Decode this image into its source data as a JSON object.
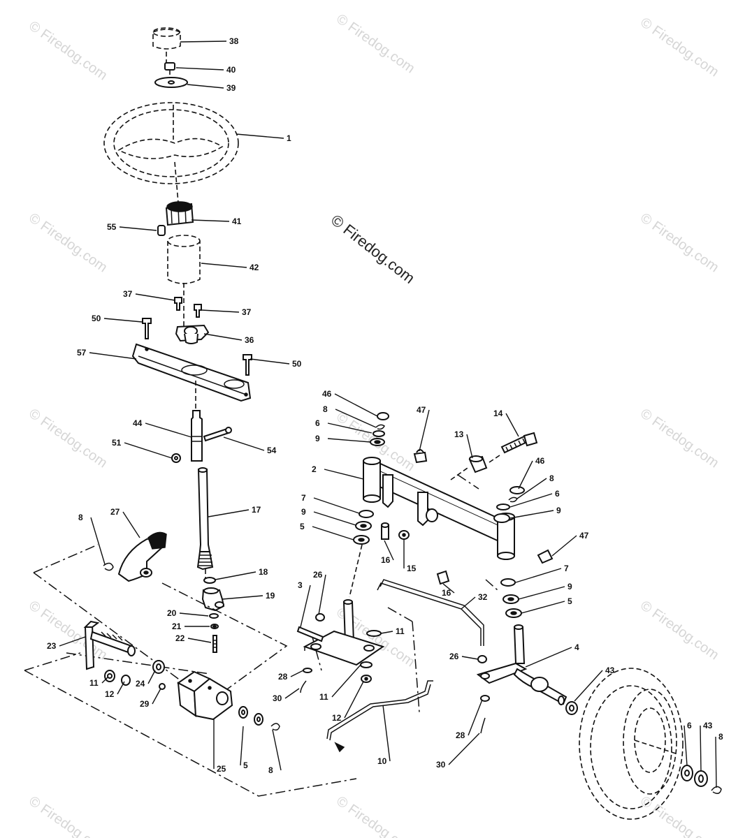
{
  "watermark": {
    "text": "© Firedog.com"
  },
  "copyright": {
    "text": "© Firedog.com"
  },
  "callouts": [
    {
      "id": "c38",
      "label": "38"
    },
    {
      "id": "c40",
      "label": "40"
    },
    {
      "id": "c39",
      "label": "39"
    },
    {
      "id": "c1",
      "label": "1"
    },
    {
      "id": "c41",
      "label": "41"
    },
    {
      "id": "c55",
      "label": "55"
    },
    {
      "id": "c42",
      "label": "42"
    },
    {
      "id": "c37a",
      "label": "37"
    },
    {
      "id": "c37b",
      "label": "37"
    },
    {
      "id": "c50a",
      "label": "50"
    },
    {
      "id": "c36",
      "label": "36"
    },
    {
      "id": "c57",
      "label": "57"
    },
    {
      "id": "c50b",
      "label": "50"
    },
    {
      "id": "c44",
      "label": "44"
    },
    {
      "id": "c51",
      "label": "51"
    },
    {
      "id": "c54",
      "label": "54"
    },
    {
      "id": "c17",
      "label": "17"
    },
    {
      "id": "c27",
      "label": "27"
    },
    {
      "id": "c8a",
      "label": "8"
    },
    {
      "id": "c18",
      "label": "18"
    },
    {
      "id": "c19",
      "label": "19"
    },
    {
      "id": "c20",
      "label": "20"
    },
    {
      "id": "c21",
      "label": "21"
    },
    {
      "id": "c22",
      "label": "22"
    },
    {
      "id": "c23",
      "label": "23"
    },
    {
      "id": "c11a",
      "label": "11"
    },
    {
      "id": "c12a",
      "label": "12"
    },
    {
      "id": "c24",
      "label": "24"
    },
    {
      "id": "c29",
      "label": "29"
    },
    {
      "id": "c25",
      "label": "25"
    },
    {
      "id": "c5a",
      "label": "5"
    },
    {
      "id": "c8b",
      "label": "8"
    },
    {
      "id": "c46a",
      "label": "46"
    },
    {
      "id": "c8c",
      "label": "8"
    },
    {
      "id": "c6a",
      "label": "6"
    },
    {
      "id": "c9a",
      "label": "9"
    },
    {
      "id": "c47a",
      "label": "47"
    },
    {
      "id": "c14",
      "label": "14"
    },
    {
      "id": "c13",
      "label": "13"
    },
    {
      "id": "c2",
      "label": "2"
    },
    {
      "id": "c7a",
      "label": "7"
    },
    {
      "id": "c9b",
      "label": "9"
    },
    {
      "id": "c5b",
      "label": "5"
    },
    {
      "id": "c16a",
      "label": "16"
    },
    {
      "id": "c15",
      "label": "15"
    },
    {
      "id": "c16b",
      "label": "16"
    },
    {
      "id": "c46b",
      "label": "46"
    },
    {
      "id": "c8d",
      "label": "8"
    },
    {
      "id": "c6b",
      "label": "6"
    },
    {
      "id": "c9c",
      "label": "9"
    },
    {
      "id": "c47b",
      "label": "47"
    },
    {
      "id": "c7b",
      "label": "7"
    },
    {
      "id": "c9d",
      "label": "9"
    },
    {
      "id": "c5c",
      "label": "5"
    },
    {
      "id": "c3",
      "label": "3"
    },
    {
      "id": "c26a",
      "label": "26"
    },
    {
      "id": "c11b",
      "label": "11"
    },
    {
      "id": "c32",
      "label": "32"
    },
    {
      "id": "c28a",
      "label": "28"
    },
    {
      "id": "c30a",
      "label": "30"
    },
    {
      "id": "c11c",
      "label": "11"
    },
    {
      "id": "c12b",
      "label": "12"
    },
    {
      "id": "c26b",
      "label": "26"
    },
    {
      "id": "c4",
      "label": "4"
    },
    {
      "id": "c43a",
      "label": "43"
    },
    {
      "id": "c10",
      "label": "10"
    },
    {
      "id": "c28b",
      "label": "28"
    },
    {
      "id": "c30b",
      "label": "30"
    },
    {
      "id": "c6c",
      "label": "6"
    },
    {
      "id": "c43b",
      "label": "43"
    },
    {
      "id": "c8e",
      "label": "8"
    }
  ]
}
